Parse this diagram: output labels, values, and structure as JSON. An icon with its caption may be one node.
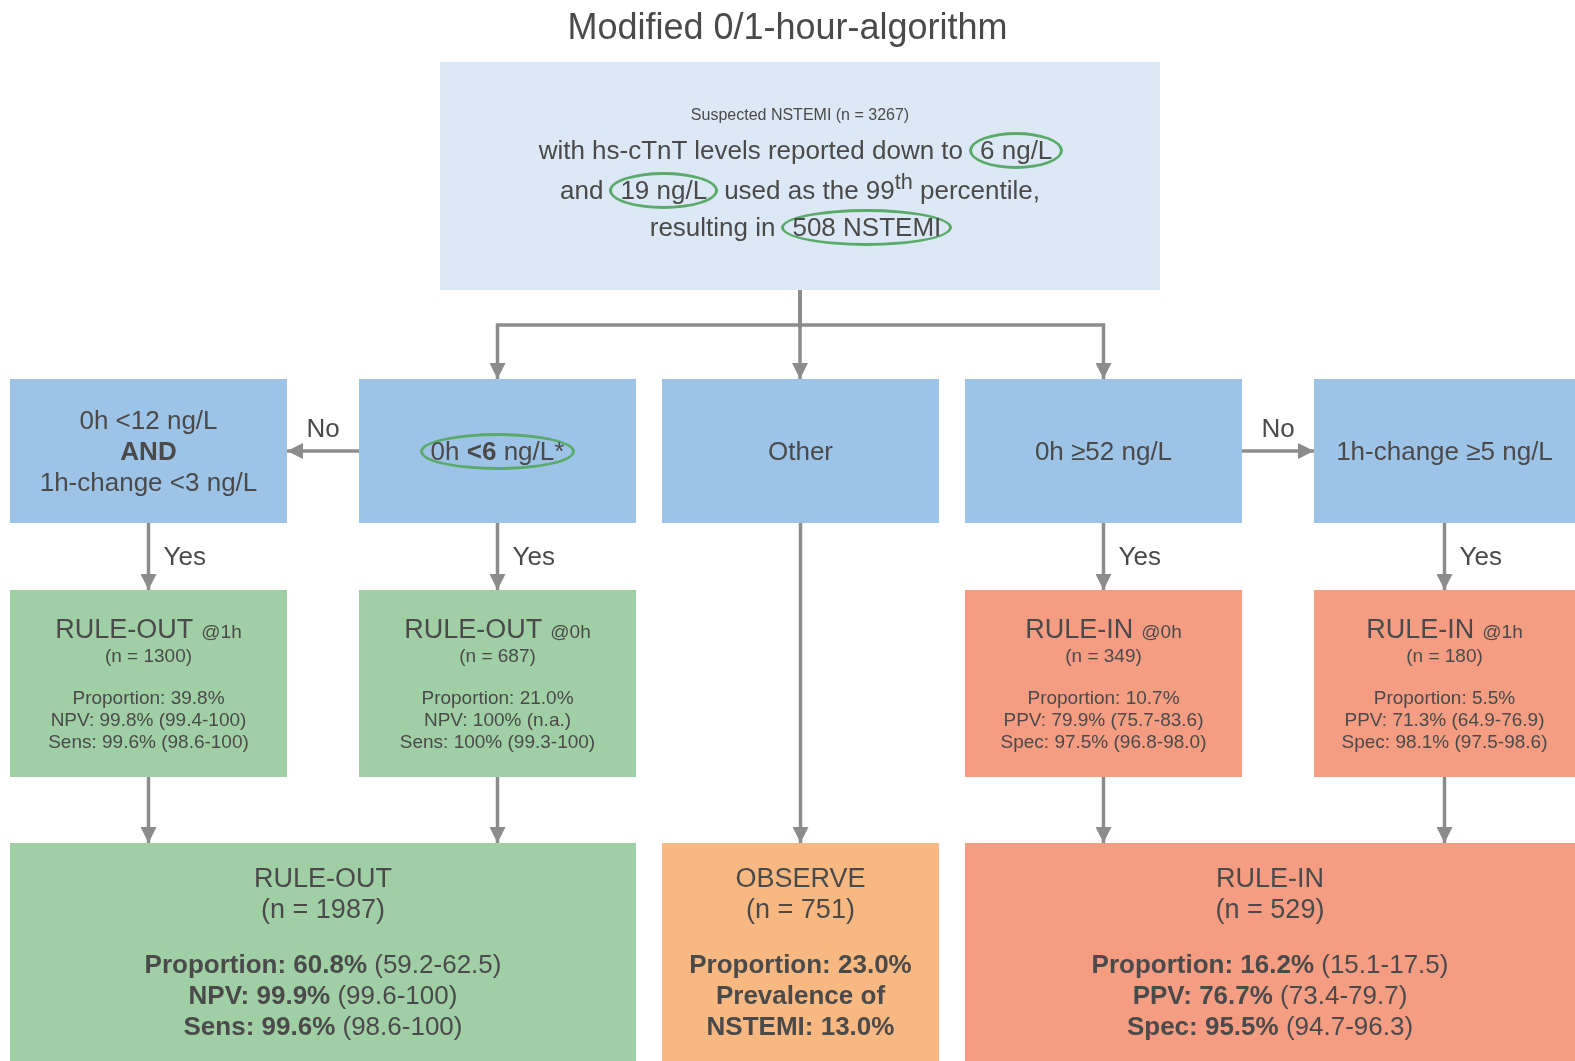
{
  "diagram": {
    "title": "Modified 0/1-hour-algorithm",
    "nodes": [
      {
        "text": [
          "Suspected NSTEMI (n = 3267)",
          "with hs-cTnT levels reported down to",
          "6 ng/L",
          "and",
          "19 ng/L",
          "used as the 99$^{th}$ percentile,",
          "resulting in",
          "508 NSTEMI"
        ]
      },
      {
        "text": [
          "0h <12 ng/L",
          "AND",
          "1h-change <3 ng/L"
        ]
      },
      {
        "text": [
          "0h **<6** ng/L*"
        ]
      },
      {
        "text": [
          "Other"
        ]
      },
      {
        "text": [
          "0h ≥52 ng/L"
        ]
      },
      {
        "text": [
          "1h-change ≥5 ng/L"
        ]
      },
      {
        "text": [
          "RULE-OUT",
          "@1h",
          "(n = 1300)",
          "Proportion: 39.8%",
          "NPV: 99.8% (99.4-100)",
          "Sens: 99.6% (98.6-100)"
        ]
      },
      {
        "text": [
          "RULE-OUT",
          "@0h",
          "(n = 687)",
          "Proportion: 21.0%",
          "NPV: 100% (n.a.)",
          "Sens: 100% (99.3-100)"
        ]
      },
      {
        "text": [
          "RULE-IN",
          "@0h",
          "(n = 349)",
          "Proportion: 10.7%",
          "PPV: 79.9% (75.7-83.6)",
          "Spec: 97.5% (96.8-98.0)"
        ]
      },
      {
        "text": [
          "RULE-IN",
          "@1h",
          "(n = 180)",
          "Proportion: 5.5%",
          "PPV: 71.3% (64.9-76.9)",
          "Spec: 98.1% (97.5-98.6)"
        ]
      },
      {
        "text": [
          "RULE-OUT",
          "(n = 1987)",
          "**Proportion: 60.8%** (59.2-62.5)",
          "**NPV: 99.9%** (99.6-100)",
          "**Sens: 99.6%** (98.6-100)"
        ]
      },
      {
        "text": [
          "OBSERVE",
          "(n = 751)",
          "Proportion: 23.0%",
          "Prevalence of NSTEMI: 13.0%"
        ]
      },
      {
        "text": [
          "RULE-IN",
          "(n = 529)",
          "**Proportion: 16.2%** (15.1-17.5)",
          "**PPV: 76.7%** (73.4-79.7)",
          "**Spec: 95.5%** (94.7-96.3)"
        ]
      }
    ],
    "edges": [
      {
        "from": 0,
        "to": 2,
        "arrow": "to"
      },
      {
        "from": 0,
        "to": 3,
        "arrow": "to"
      },
      {
        "from": 0,
        "to": 4,
        "arrow": "to"
      },
      {
        "from": 2,
        "to": 1,
        "arrow": "to",
        "label": "No"
      },
      {
        "from": 4,
        "to": 5,
        "arrow": "to",
        "label": "No"
      },
      {
        "from": 1,
        "to": 6,
        "arrow": "to",
        "label": "Yes"
      },
      {
        "from": 2,
        "to": 7,
        "arrow": "to",
        "label": "Yes"
      },
      {
        "from": 4,
        "to": 8,
        "arrow": "to",
        "label": "Yes"
      },
      {
        "from": 5,
        "to": 9,
        "arrow": "to",
        "label": "Yes"
      },
      {
        "from": 6,
        "to": 10,
        "arrow": "to"
      },
      {
        "from": 7,
        "to": 10,
        "arrow": "to"
      },
      {
        "from": 3,
        "to": 11,
        "arrow": "to"
      },
      {
        "from": 8,
        "to": 12,
        "arrow": "to"
      },
      {
        "from": 9,
        "to": 12,
        "arrow": "to"
      }
    ]
  }
}
